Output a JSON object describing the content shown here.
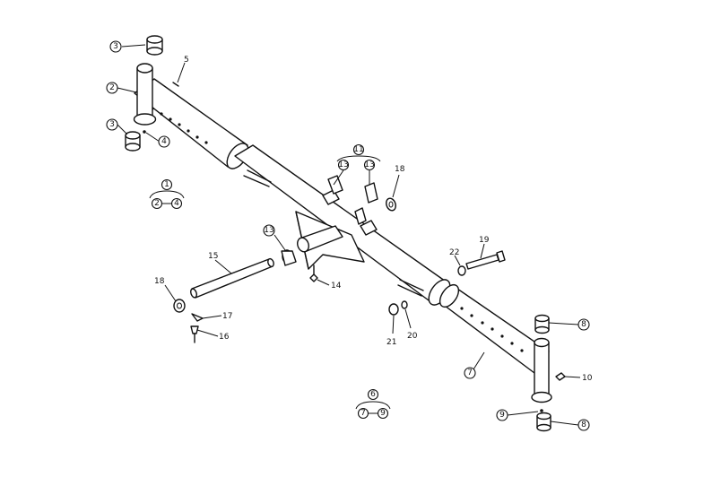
{
  "callouts": {
    "c1a": "3",
    "c2": "2",
    "c5": "5",
    "c3b": "3",
    "c4": "4",
    "grp1_top": "1",
    "grp1_left": "2",
    "grp1_right": "4",
    "grp11_top": "11",
    "c13a": "13",
    "c13b": "13",
    "c18a": "18",
    "c13c": "13",
    "c15": "15",
    "c14": "14",
    "c18b": "18",
    "c17": "17",
    "c16": "16",
    "c22": "22",
    "c19": "19",
    "c21": "21",
    "c20": "20",
    "c7": "7",
    "c8a": "8",
    "c10": "10",
    "grp6_top": "6",
    "grp6_left": "7",
    "grp6_right": "9",
    "c9": "9",
    "c8b": "8"
  }
}
